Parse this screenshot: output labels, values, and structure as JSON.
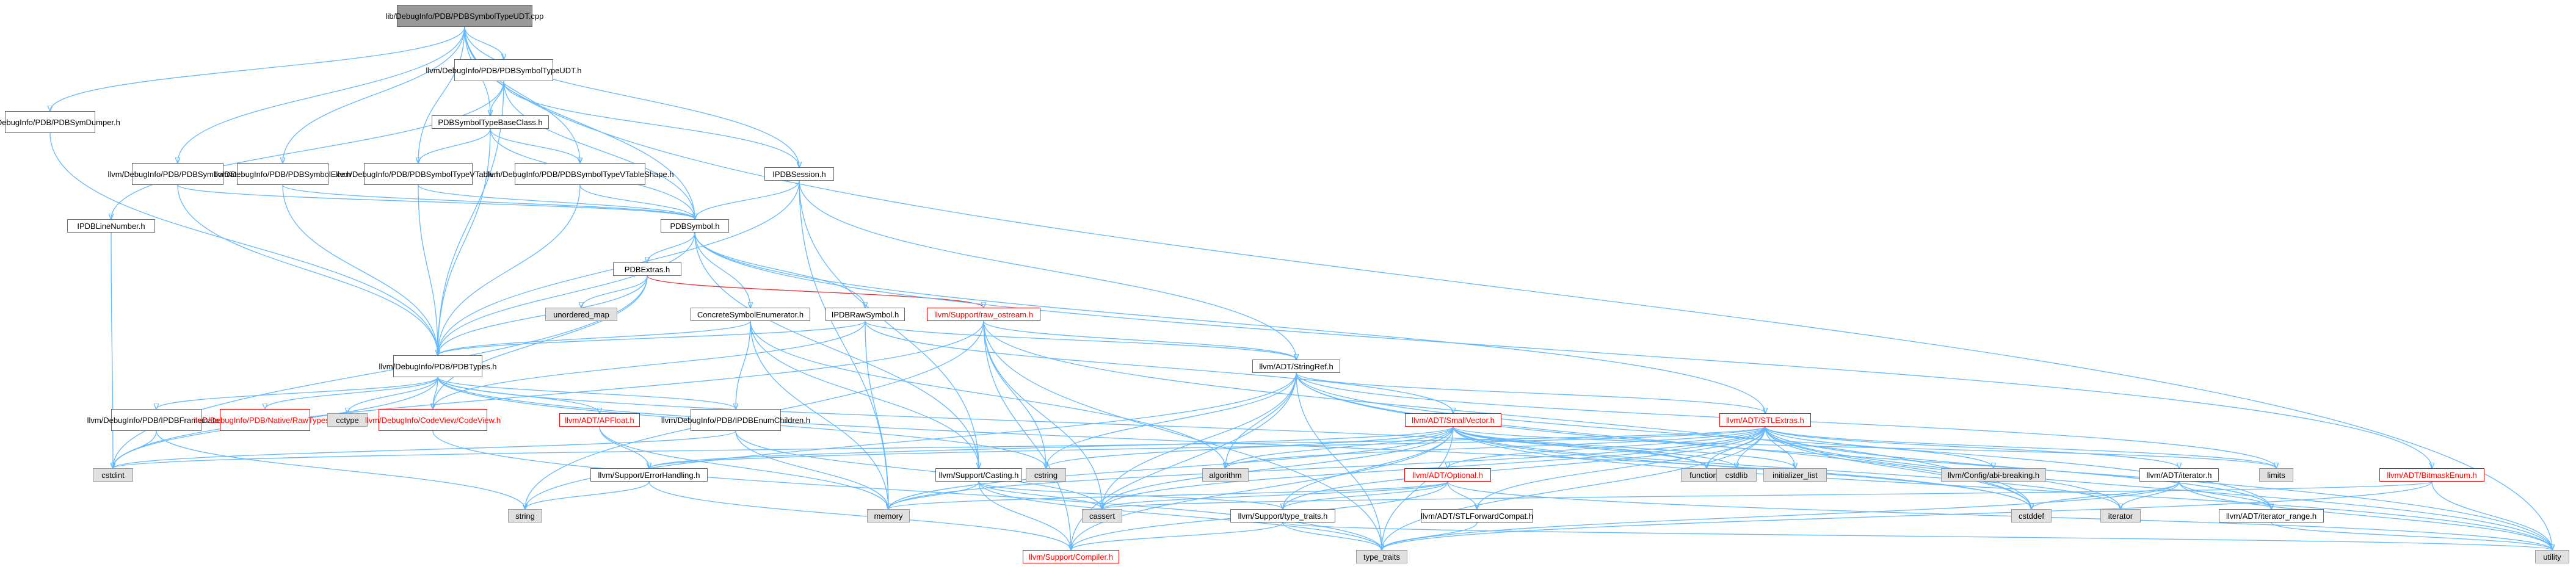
{
  "nodes": {
    "root": [
      "lib/DebugInfo/PDB/PDBSymbol",
      "TypeUDT.cpp"
    ],
    "sym_type_udt": [
      "llvm/DebugInfo/PDB",
      "/PDBSymbolTypeUDT.h"
    ],
    "sym_dumper": [
      "llvm/DebugInfo/PDB",
      "/PDBSymDumper.h"
    ],
    "sym_data": [
      "llvm/DebugInfo/PDB",
      "/PDBSymbolData.h"
    ],
    "sym_exe": [
      "llvm/DebugInfo/PDB",
      "/PDBSymbolExe.h"
    ],
    "type_base_class": [
      "PDBSymbolTypeBaseClass.h"
    ],
    "type_vtable": [
      "llvm/DebugInfo/PDB",
      "/PDBSymbolTypeVTable.h"
    ],
    "type_vtable_shape": [
      "llvm/DebugInfo/PDB",
      "/PDBSymbolTypeVTableShape.h"
    ],
    "ipdb_session": [
      "IPDBSession.h"
    ],
    "ipdb_line_number": [
      "IPDBLineNumber.h"
    ],
    "pdb_symbol": [
      "PDBSymbol.h"
    ],
    "pdb_extras": [
      "PDBExtras.h"
    ],
    "unordered_map": [
      "unordered_map"
    ],
    "concrete_enum": [
      "ConcreteSymbolEnumerator.h"
    ],
    "ipdb_raw_symbol": [
      "IPDBRawSymbol.h"
    ],
    "raw_ostream": [
      "llvm/Support/raw_ostream.h"
    ],
    "pdb_types": [
      "llvm/DebugInfo/PDB",
      "/PDBTypes.h"
    ],
    "string_ref": [
      "llvm/ADT/StringRef.h"
    ],
    "ipdb_frame_data": [
      "llvm/DebugInfo/PDB",
      "/IPDBFrameData.h"
    ],
    "native_raw_types": [
      "llvm/DebugInfo/PDB",
      "/Native/RawTypes.h"
    ],
    "cctype": [
      "cctype"
    ],
    "codeview": [
      "llvm/DebugInfo/CodeView",
      "/CodeView.h"
    ],
    "ap_float": [
      "llvm/ADT/APFloat.h"
    ],
    "ipdb_enum_children": [
      "llvm/DebugInfo/PDB",
      "/IPDBEnumChildren.h"
    ],
    "cstring": [
      "cstring"
    ],
    "casting": [
      "llvm/Support/Casting.h"
    ],
    "algorithm": [
      "algorithm"
    ],
    "small_vector": [
      "llvm/ADT/SmallVector.h"
    ],
    "stl_extras": [
      "llvm/ADT/STLExtras.h"
    ],
    "functional": [
      "functional"
    ],
    "cstdlib": [
      "cstdlib"
    ],
    "initializer_list": [
      "initializer_list"
    ],
    "config_abi": [
      "llvm/Config/abi-breaking.h"
    ],
    "adt_iterator": [
      "llvm/ADT/iterator.h"
    ],
    "limits": [
      "limits"
    ],
    "bitmask_enum": [
      "llvm/ADT/BitmaskEnum.h"
    ],
    "cstdint": [
      "cstdint"
    ],
    "error_handling": [
      "llvm/Support/ErrorHandling.h"
    ],
    "optional": [
      "llvm/ADT/Optional.h"
    ],
    "string": [
      "string"
    ],
    "memory": [
      "memory"
    ],
    "cassert": [
      "cassert"
    ],
    "type_traits_h": [
      "llvm/Support/type_traits.h"
    ],
    "stl_forward_compat": [
      "llvm/ADT/STLForwardCompat.h"
    ],
    "cstddef": [
      "cstddef"
    ],
    "iterator_std": [
      "iterator"
    ],
    "iterator_range": [
      "llvm/ADT/iterator_range.h"
    ],
    "compiler": [
      "llvm/Support/Compiler.h"
    ],
    "type_traits": [
      "type_traits"
    ],
    "utility": [
      "utility"
    ]
  }
}
